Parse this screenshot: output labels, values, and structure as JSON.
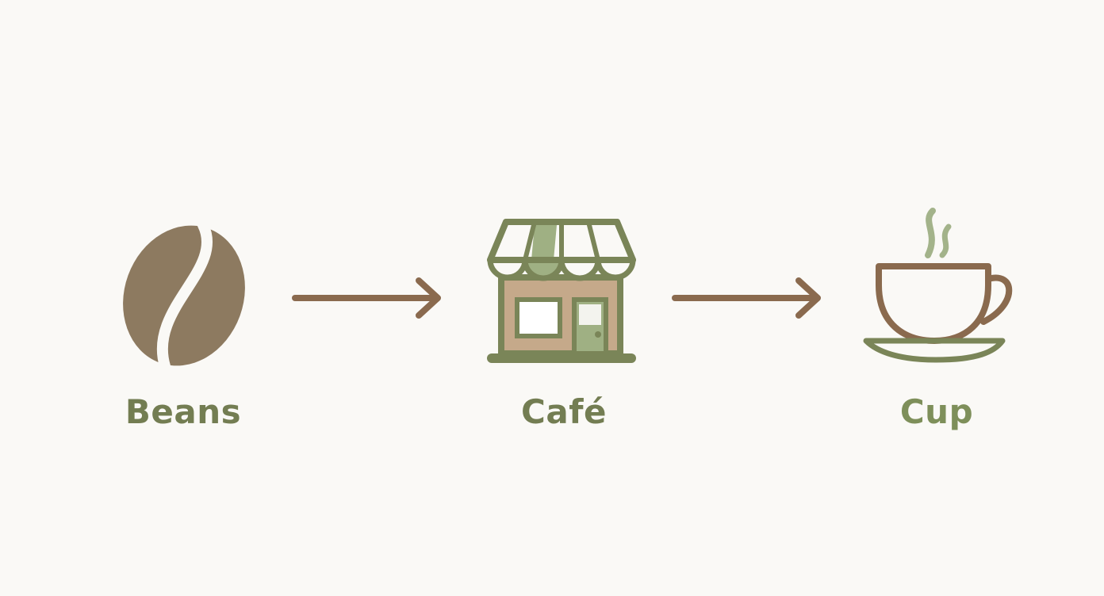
{
  "diagram": {
    "steps": [
      {
        "label": "Beans",
        "icon": "coffee-bean-icon"
      },
      {
        "label": "Café",
        "icon": "storefront-icon"
      },
      {
        "label": "Cup",
        "icon": "coffee-cup-icon"
      }
    ],
    "connectors": [
      "arrow-right-icon",
      "arrow-right-icon"
    ]
  },
  "colors": {
    "background": "#faf9f6",
    "bean": "#8d7a60",
    "arrow": "#8a6a4e",
    "label": "#737d52",
    "cup_label": "#7e8f5a",
    "outline_green": "#7a8558",
    "awning_fill": "#9fb083",
    "building_fill": "#c5a98a",
    "window_fill": "#ffffff",
    "door_fill": "#9fb083",
    "cup_brown": "#8a6a4e",
    "steam": "#a3b38a"
  }
}
